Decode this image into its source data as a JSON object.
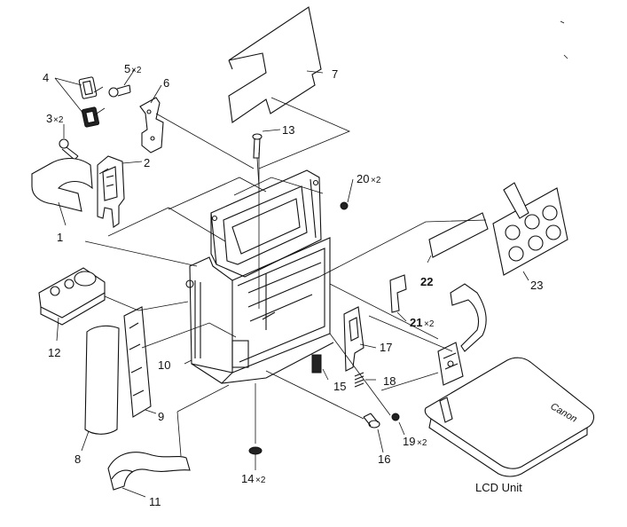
{
  "labels": {
    "p1": "1",
    "p2": "2",
    "p3": "3",
    "p3q": "×2",
    "p4": "4",
    "p5": "5",
    "p5q": "×2",
    "p6": "6",
    "p7": "7",
    "p8": "8",
    "p9": "9",
    "p10": "10",
    "p11": "11",
    "p12": "12",
    "p13": "13",
    "p14": "14",
    "p14q": "×2",
    "p15": "15",
    "p16": "16",
    "p17": "17",
    "p18": "18",
    "p19": "19",
    "p19q": "×2",
    "p20": "20",
    "p20q": "×2",
    "p21": "21",
    "p21q": "×2",
    "p22": "22",
    "p23": "23",
    "lcd": "LCD Unit"
  },
  "logo": "Canon"
}
